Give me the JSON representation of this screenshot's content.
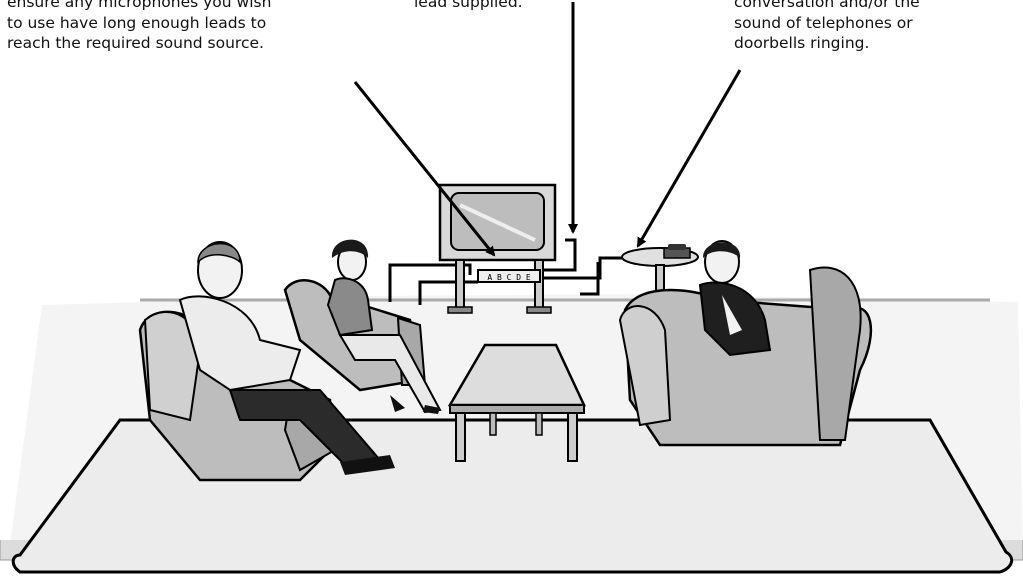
{
  "callouts": {
    "left": {
      "lines": [
        "ensure any microphones you wish",
        "to use have long enough leads to",
        "reach the required sound source."
      ]
    },
    "middle": {
      "lines": [
        "lead supplied."
      ]
    },
    "right": {
      "lines": [
        "conversation and/or the",
        "sound of telephones or",
        "doorbells ringing."
      ]
    }
  },
  "device_label": "A B C D E",
  "colors": {
    "ink": "#111111",
    "room_fill": "#eeeeee",
    "chair_fill": "#bdbdbd",
    "shade": "#7d7d7d",
    "line": "#000000"
  }
}
